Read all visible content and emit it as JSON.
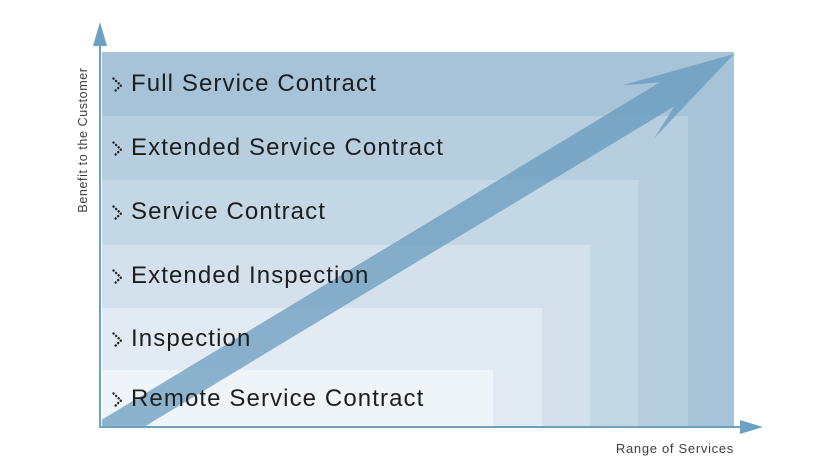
{
  "diagram": {
    "y_axis_label": "Benefit to the Customer",
    "x_axis_label": "Range of Services",
    "layers": [
      {
        "label": "Full Service Contract",
        "color": "#a6c3d7"
      },
      {
        "label": "Extended Service Contract",
        "color": "#b6cede"
      },
      {
        "label": "Service Contract",
        "color": "#c4d7e4"
      },
      {
        "label": "Extended Inspection",
        "color": "#d4e1ec"
      },
      {
        "label": "Inspection",
        "color": "#e2ebf3"
      },
      {
        "label": "Remote Service Contract",
        "color": "#eef4f8"
      }
    ],
    "arrow_color": "#6397bc",
    "axis_color": "#6ba2c4",
    "label_text_color": "#1e1e1e",
    "axis_label_color": "#3d3d3d",
    "chevron_color": "#222222"
  }
}
